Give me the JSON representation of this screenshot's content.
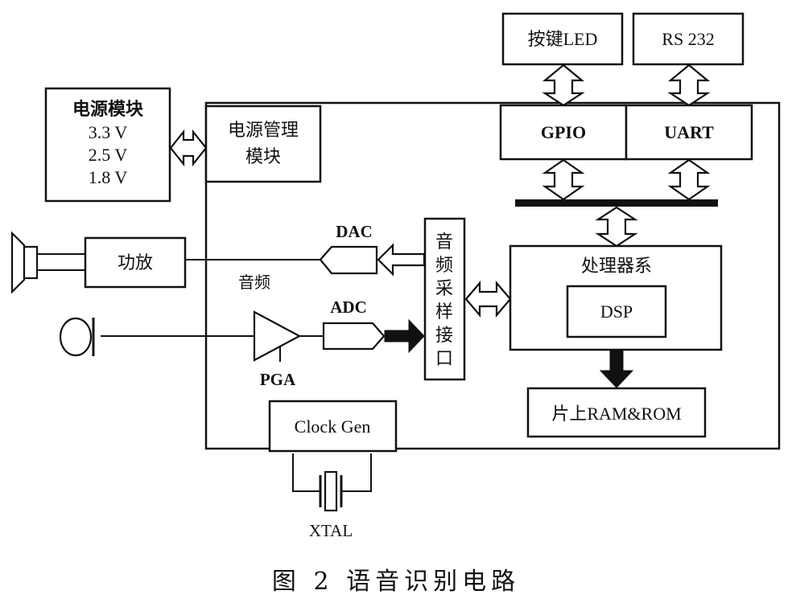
{
  "diagram": {
    "blocks": {
      "power_module": {
        "title": "电源模块",
        "voltages": [
          "3.3 V",
          "2.5 V",
          "1.8 V"
        ]
      },
      "power_mgmt": {
        "line1": "电源管理",
        "line2": "模块"
      },
      "key_led": {
        "label": "按键LED"
      },
      "rs232": {
        "label": "RS 232"
      },
      "gpio": {
        "label": "GPIO"
      },
      "uart": {
        "label": "UART"
      },
      "amplifier": {
        "label": "功放"
      },
      "audio_interface": {
        "chars": [
          "音",
          "频",
          "采",
          "样",
          "接",
          "口"
        ]
      },
      "processor": {
        "label": "处理器系"
      },
      "dsp": {
        "label": "DSP"
      },
      "memory": {
        "label": "片上RAM&ROM"
      },
      "clock_gen": {
        "label": "Clock Gen"
      }
    },
    "labels": {
      "dac": "DAC",
      "adc": "ADC",
      "audio": "音频",
      "pga": "PGA",
      "xtal": "XTAL"
    },
    "caption": "图 2  语音识别电路"
  }
}
